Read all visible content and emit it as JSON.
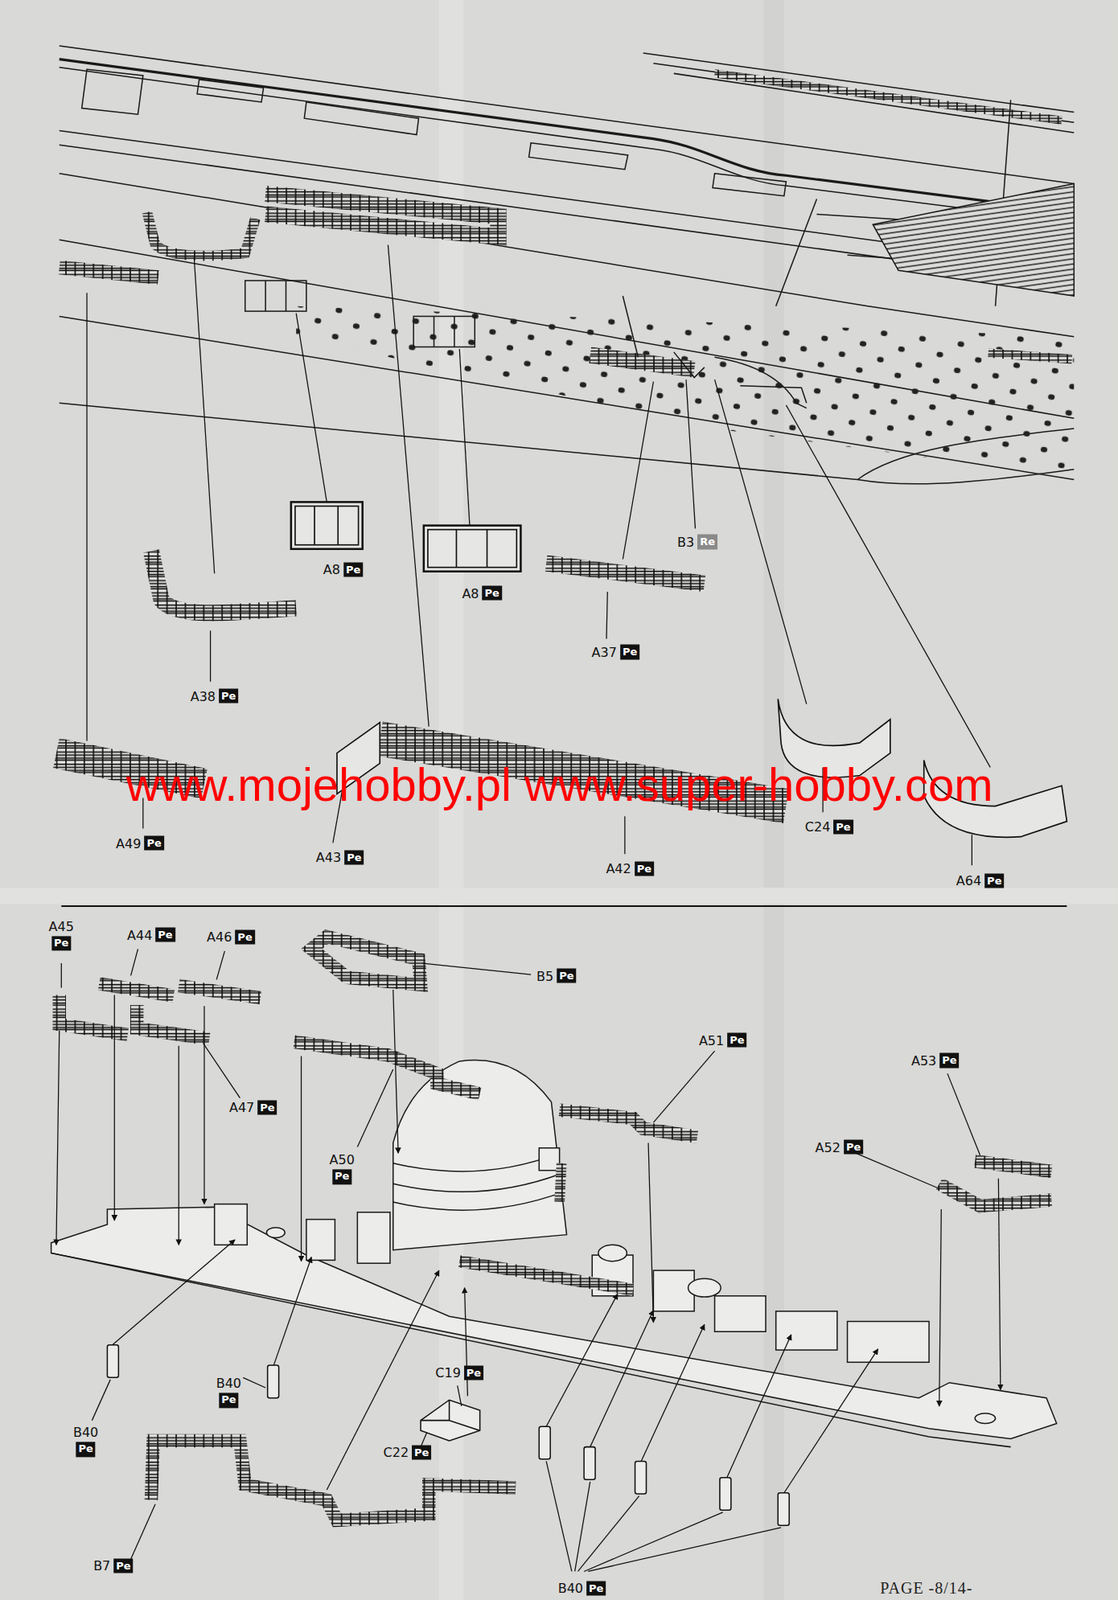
{
  "diagram": {
    "nodes": [
      {
        "text": [
          "B3",
          "Re"
        ]
      },
      {
        "text": [
          "A8",
          "Pe"
        ]
      },
      {
        "text": [
          "A8",
          "Pe"
        ]
      },
      {
        "text": [
          "A37",
          "Pe"
        ]
      },
      {
        "text": [
          "A38",
          "Pe"
        ]
      },
      {
        "text": [
          "C24",
          "Pe"
        ]
      },
      {
        "text": [
          "A49",
          "Pe"
        ]
      },
      {
        "text": [
          "A43",
          "Pe"
        ]
      },
      {
        "text": [
          "A42",
          "Pe"
        ]
      },
      {
        "text": [
          "A64",
          "Pe"
        ]
      },
      {
        "text": [
          "A45",
          "Pe"
        ]
      },
      {
        "text": [
          "A44",
          "Pe"
        ]
      },
      {
        "text": [
          "A46",
          "Pe"
        ]
      },
      {
        "text": [
          "B5",
          "Pe"
        ]
      },
      {
        "text": [
          "A51",
          "Pe"
        ]
      },
      {
        "text": [
          "A53",
          "Pe"
        ]
      },
      {
        "text": [
          "A47",
          "Pe"
        ]
      },
      {
        "text": [
          "A50",
          "Pe"
        ]
      },
      {
        "text": [
          "A52",
          "Pe"
        ]
      },
      {
        "text": [
          "C19",
          "Pe"
        ]
      },
      {
        "text": [
          "B40",
          "Pe"
        ]
      },
      {
        "text": [
          "B40",
          "Pe"
        ]
      },
      {
        "text": [
          "C22",
          "Pe"
        ]
      },
      {
        "text": [
          "B7",
          "Pe"
        ]
      },
      {
        "text": [
          "B40",
          "Pe"
        ]
      }
    ],
    "labels": [
      "www.mojehobby.pl www.super-hobby.com",
      "PAGE -8/14-"
    ]
  }
}
